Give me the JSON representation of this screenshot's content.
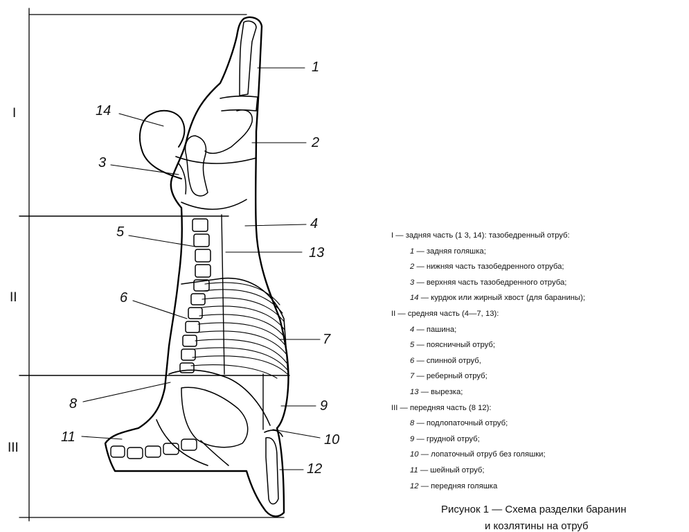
{
  "sections": [
    {
      "label": "I"
    },
    {
      "label": "II"
    },
    {
      "label": "III"
    }
  ],
  "callouts": [
    "1",
    "2",
    "3",
    "4",
    "5",
    "6",
    "7",
    "8",
    "9",
    "10",
    "11",
    "12",
    "13",
    "14"
  ],
  "legend": [
    {
      "kind": "head",
      "text": "I — задняя часть (1   3, 14): тазобедренный отруб:"
    },
    {
      "kind": "item",
      "num": "1",
      "text": "— задняя голяшка;"
    },
    {
      "kind": "item",
      "num": "2",
      "text": "— нижняя часть тазобедренного отруба;"
    },
    {
      "kind": "item",
      "num": "3",
      "text": "— верхняя часть тазобедренного отруба;"
    },
    {
      "kind": "item",
      "num": "14",
      "text": "— курдюк или жирный хвост (для баранины);"
    },
    {
      "kind": "head",
      "text": "II — средняя часть (4—7, 13):"
    },
    {
      "kind": "item",
      "num": "4",
      "text": "— пашина;"
    },
    {
      "kind": "item",
      "num": "5",
      "text": "— поясничный отруб;"
    },
    {
      "kind": "item",
      "num": "6",
      "text": "— спинной отруб,"
    },
    {
      "kind": "item",
      "num": "7",
      "text": "— реберный отруб;"
    },
    {
      "kind": "item",
      "num": "13",
      "text": "— вырезка;"
    },
    {
      "kind": "head",
      "text": "III — передняя часть (8   12):"
    },
    {
      "kind": "item",
      "num": "8",
      "text": "— подлопаточный отруб;"
    },
    {
      "kind": "item",
      "num": "9",
      "text": "— грудной отруб;"
    },
    {
      "kind": "item",
      "num": "10",
      "text": "— лопаточный отруб без голяшки;"
    },
    {
      "kind": "item",
      "num": "11",
      "text": "— шейный отруб;"
    },
    {
      "kind": "item",
      "num": "12",
      "text": "— передняя голяшка"
    }
  ],
  "caption": {
    "line1": "Рисунок 1 — Схема разделки баранин",
    "line2": "и козлятины на отруб"
  }
}
